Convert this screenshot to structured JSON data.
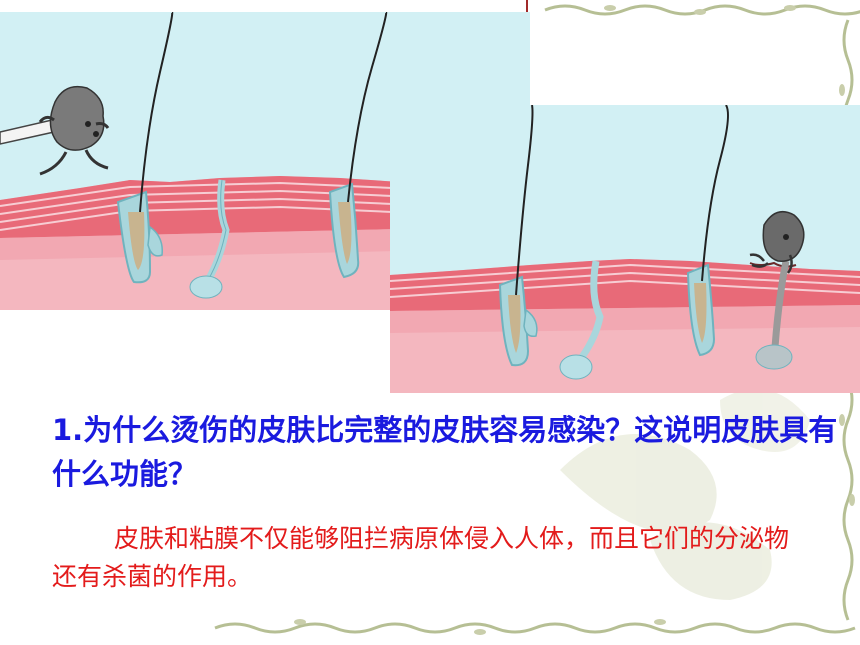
{
  "question": {
    "number": "1.",
    "text": "为什么烫伤的皮肤比完整的皮肤容易感染？这说明皮肤具有什么功能？"
  },
  "answer": {
    "text": "皮肤和粘膜不仅能够阻拦病原体侵入人体，而且它们的分泌物还有杀菌的作用。"
  },
  "colors": {
    "sky": "#d2f0f4",
    "skin_stripe": "#e86a78",
    "dermis": "#f4b7bf",
    "question_blue": "#1a1adf",
    "answer_red": "#e31b1b",
    "pathogen": "#7a7a7a",
    "vine": "#b6bf94"
  }
}
